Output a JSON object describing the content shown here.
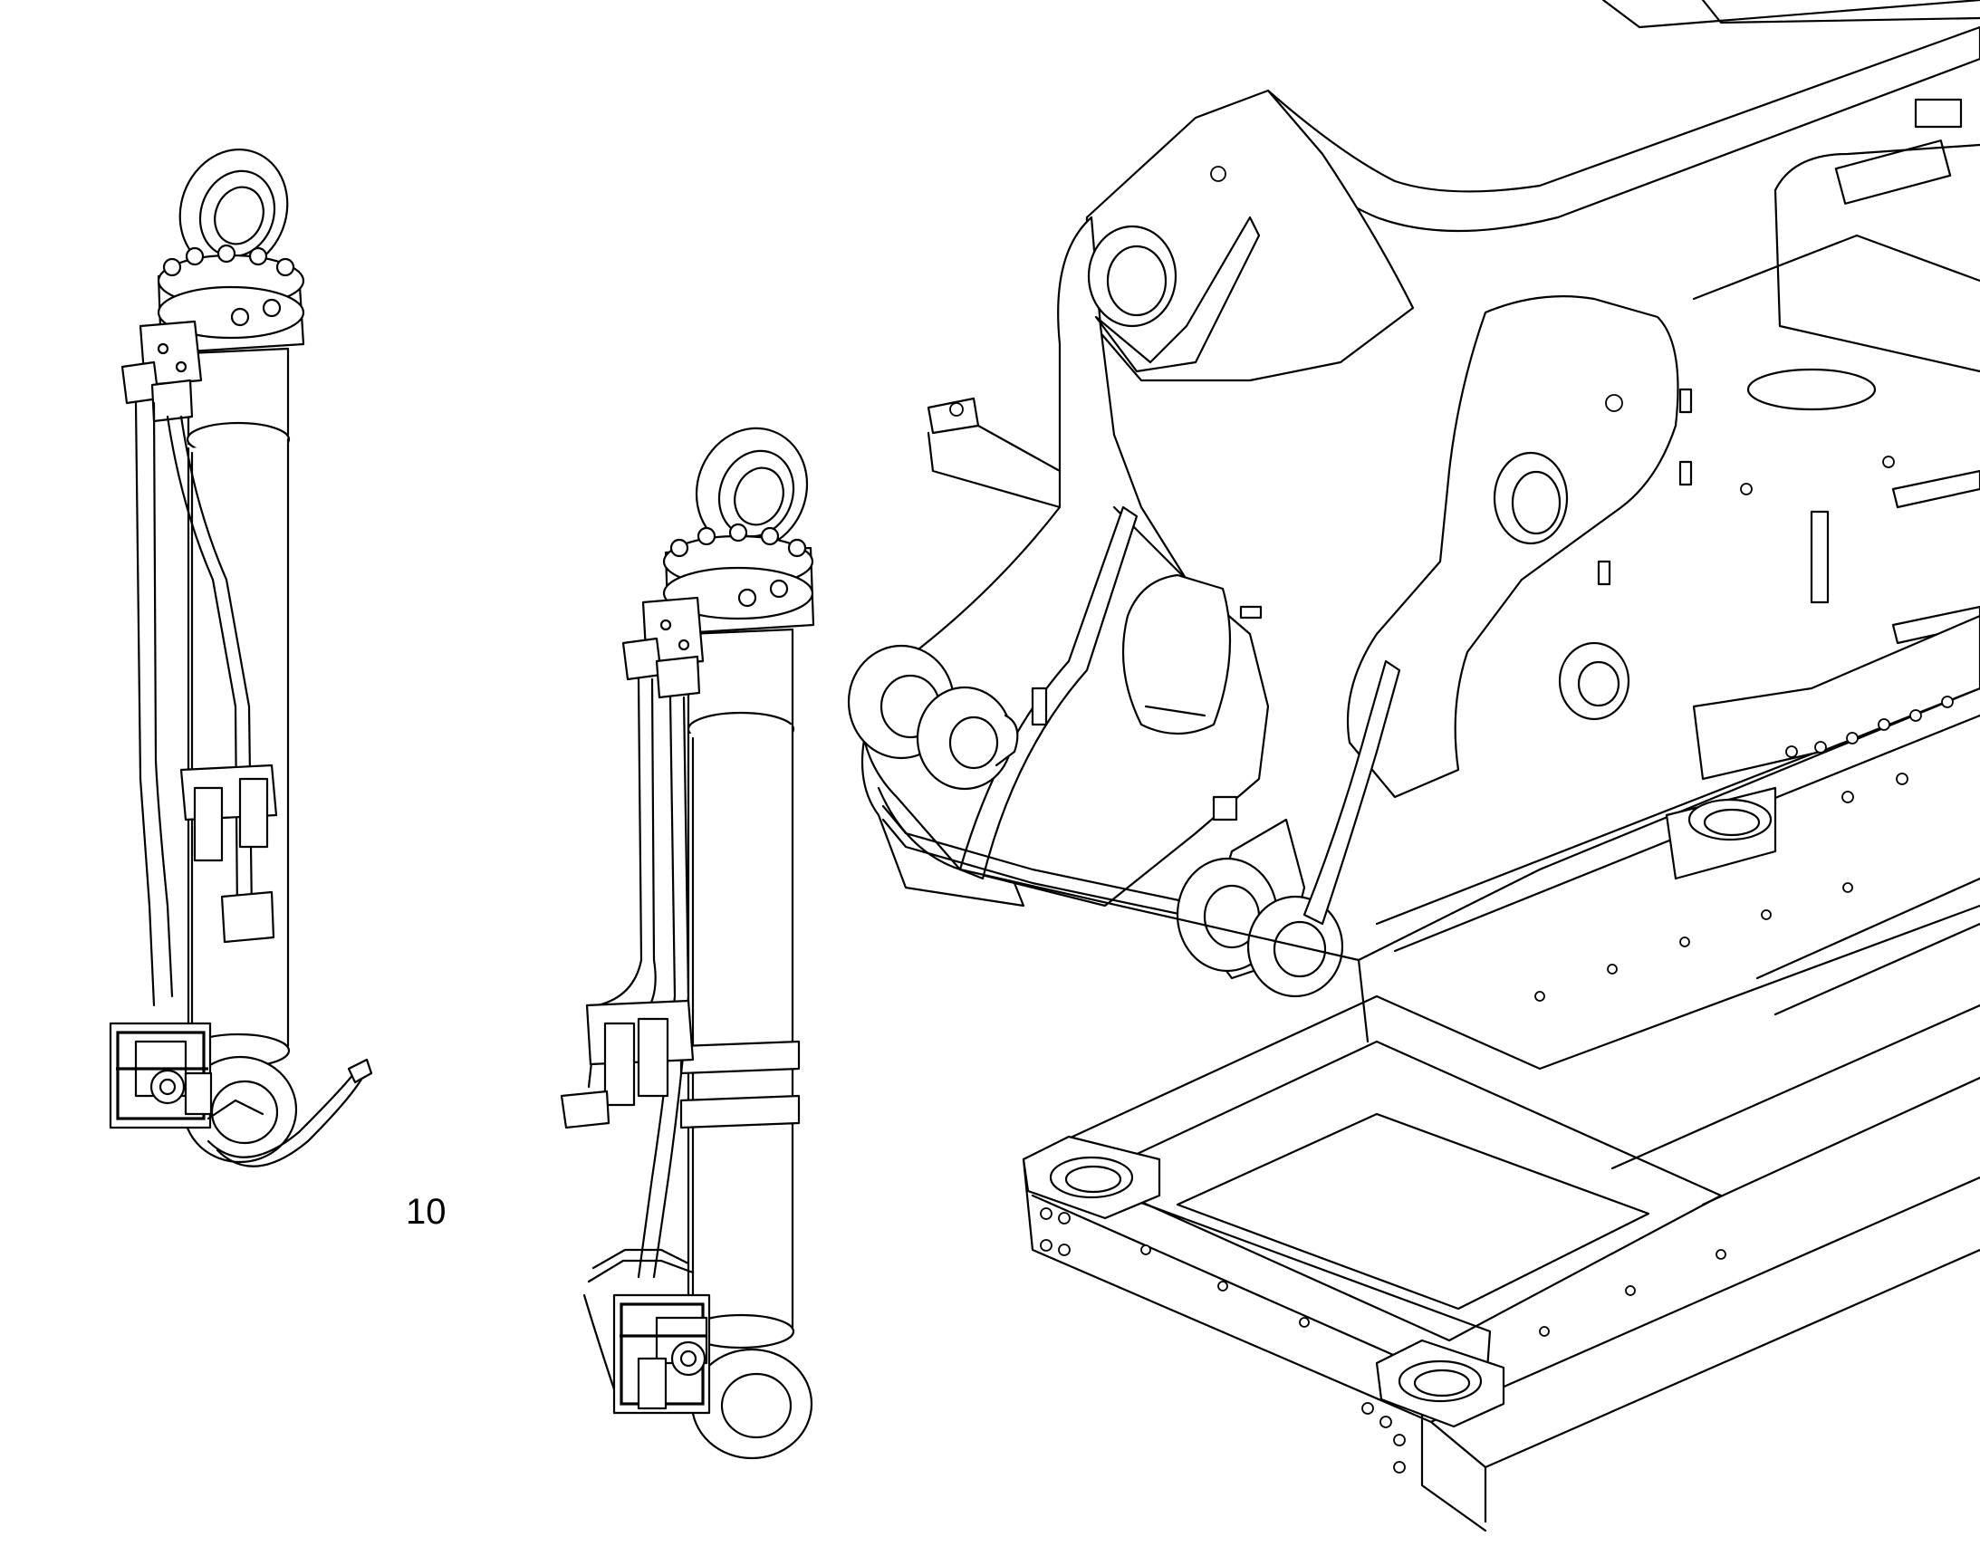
{
  "callouts": [
    {
      "id": "item-10",
      "label": "10"
    }
  ],
  "components": {
    "cylinder_left": "hydraulic-cylinder-with-valve",
    "cylinder_right": "hydraulic-cylinder-with-valve",
    "frame": "machine-upper-frame"
  },
  "colors": {
    "line": "#000000",
    "background": "#ffffff"
  }
}
